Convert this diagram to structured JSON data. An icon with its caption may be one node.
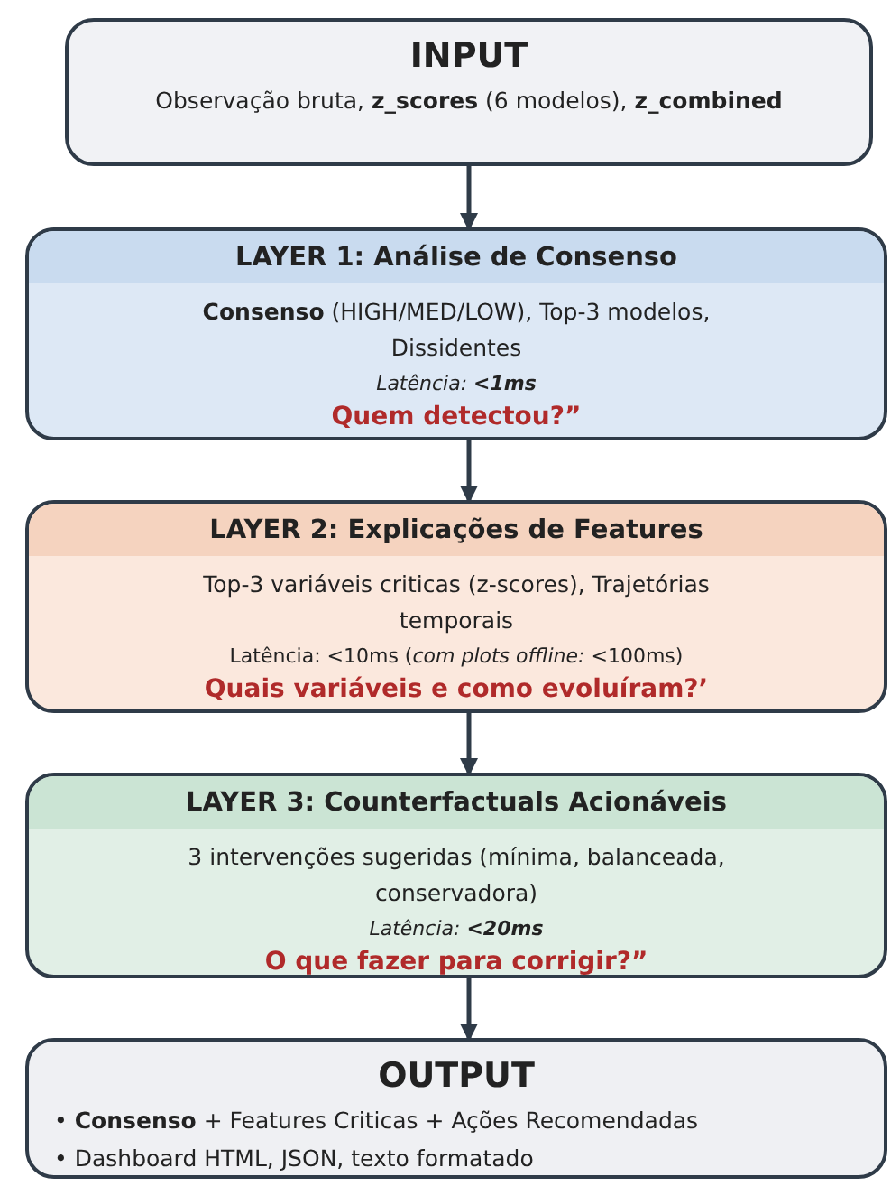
{
  "diagram": {
    "nodes": [
      {
        "text": [
          "INPUT",
          "Observação bruta, **z_scores** (6 modelos), **z_combined**"
        ]
      },
      {
        "text": [
          "LAYER 1: Análise de Consenso",
          "**Consenso** (HIGH/MED/LOW), Top-3 modelos, Dissidentes",
          "*Latência:* **<1ms**",
          "Quem detectou?”"
        ]
      },
      {
        "text": [
          "LAYER 2: Explicações de Features",
          "Top-3 variáveis criticas (z-scores), Trajetórias temporais",
          "Latência: <10ms (*com plots offline:* <100ms)",
          "Quais variáveis e como evoluíram?’"
        ]
      },
      {
        "text": [
          "LAYER 3: Counterfactuals Acionáveis",
          "3 intervenções sugeridas (mínima, balanceada, conservadora)",
          "*Latência:* **<20ms**",
          "O que fazer para corrigir?”"
        ]
      },
      {
        "text": [
          "OUTPUT",
          "• **Consenso** + Features Criticas + Ações Recomendadas",
          "• Dashboard HTML, JSON, texto formatado"
        ]
      }
    ],
    "edges": [
      {
        "from": 0,
        "to": 1,
        "arrow": "to"
      },
      {
        "from": 1,
        "to": 2,
        "arrow": "to"
      },
      {
        "from": 2,
        "to": 3,
        "arrow": "to"
      },
      {
        "from": 3,
        "to": 4,
        "arrow": "to"
      }
    ]
  }
}
